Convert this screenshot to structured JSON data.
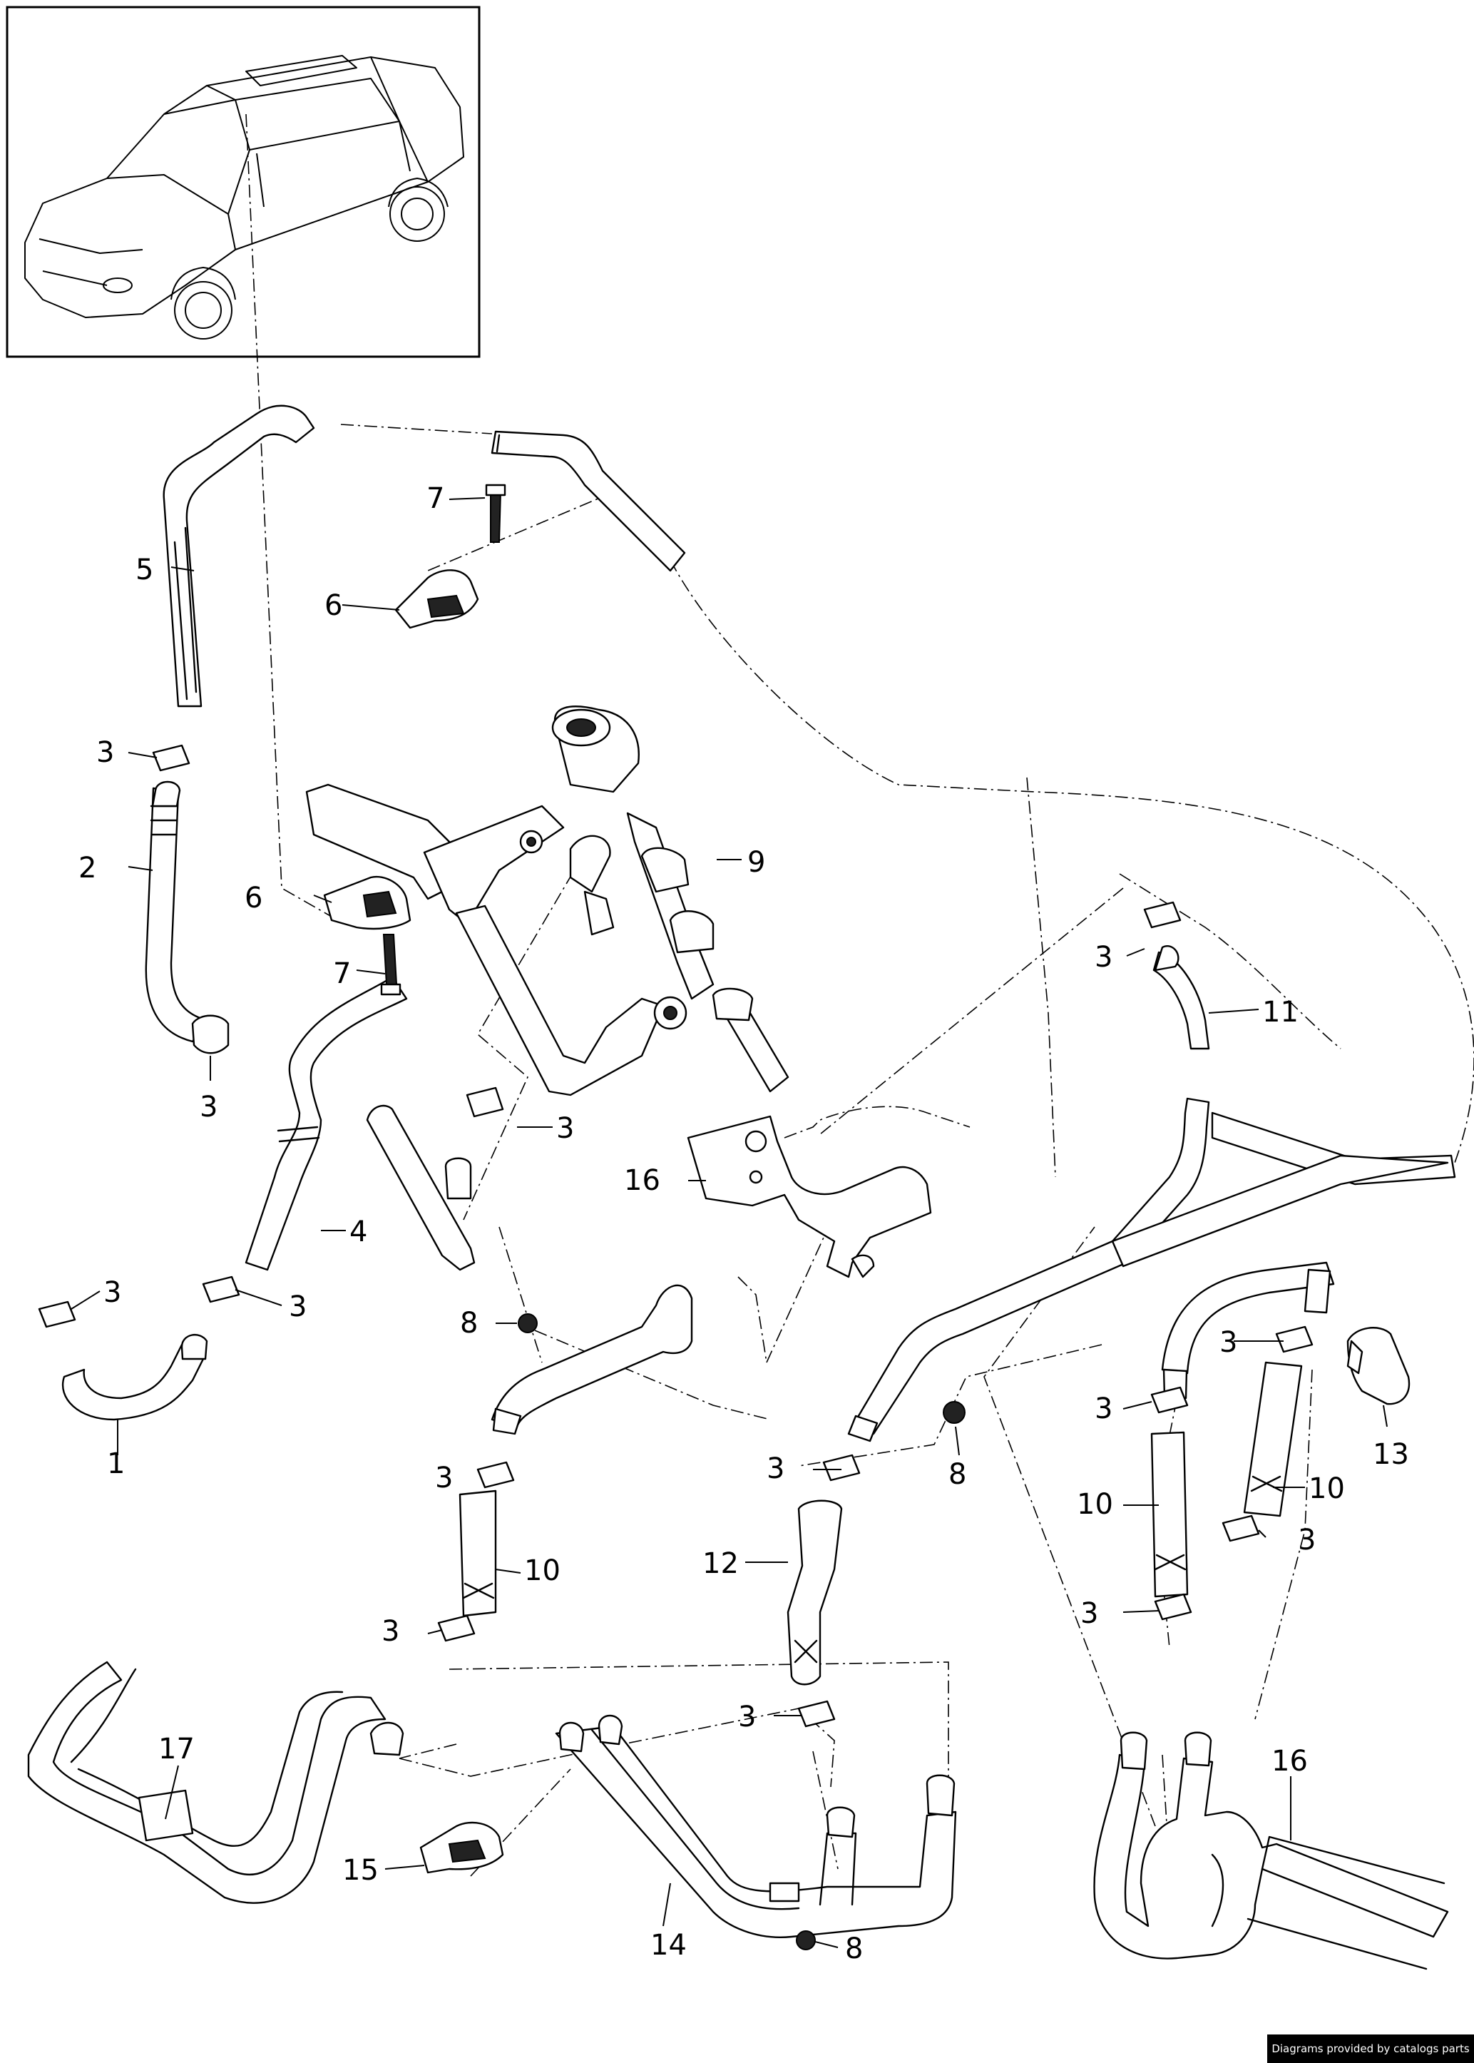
{
  "callouts": {
    "c1": "1",
    "c2": "2",
    "c3": "3",
    "c4": "4",
    "c5": "5",
    "c6": "6",
    "c7": "7",
    "c8": "8",
    "c9": "9",
    "c10": "10",
    "c11": "11",
    "c12": "12",
    "c13": "13",
    "c14": "14",
    "c15": "15",
    "c16": "16",
    "c17": "17"
  },
  "footer": {
    "credit": "Diagrams provided by catalogs parts"
  }
}
